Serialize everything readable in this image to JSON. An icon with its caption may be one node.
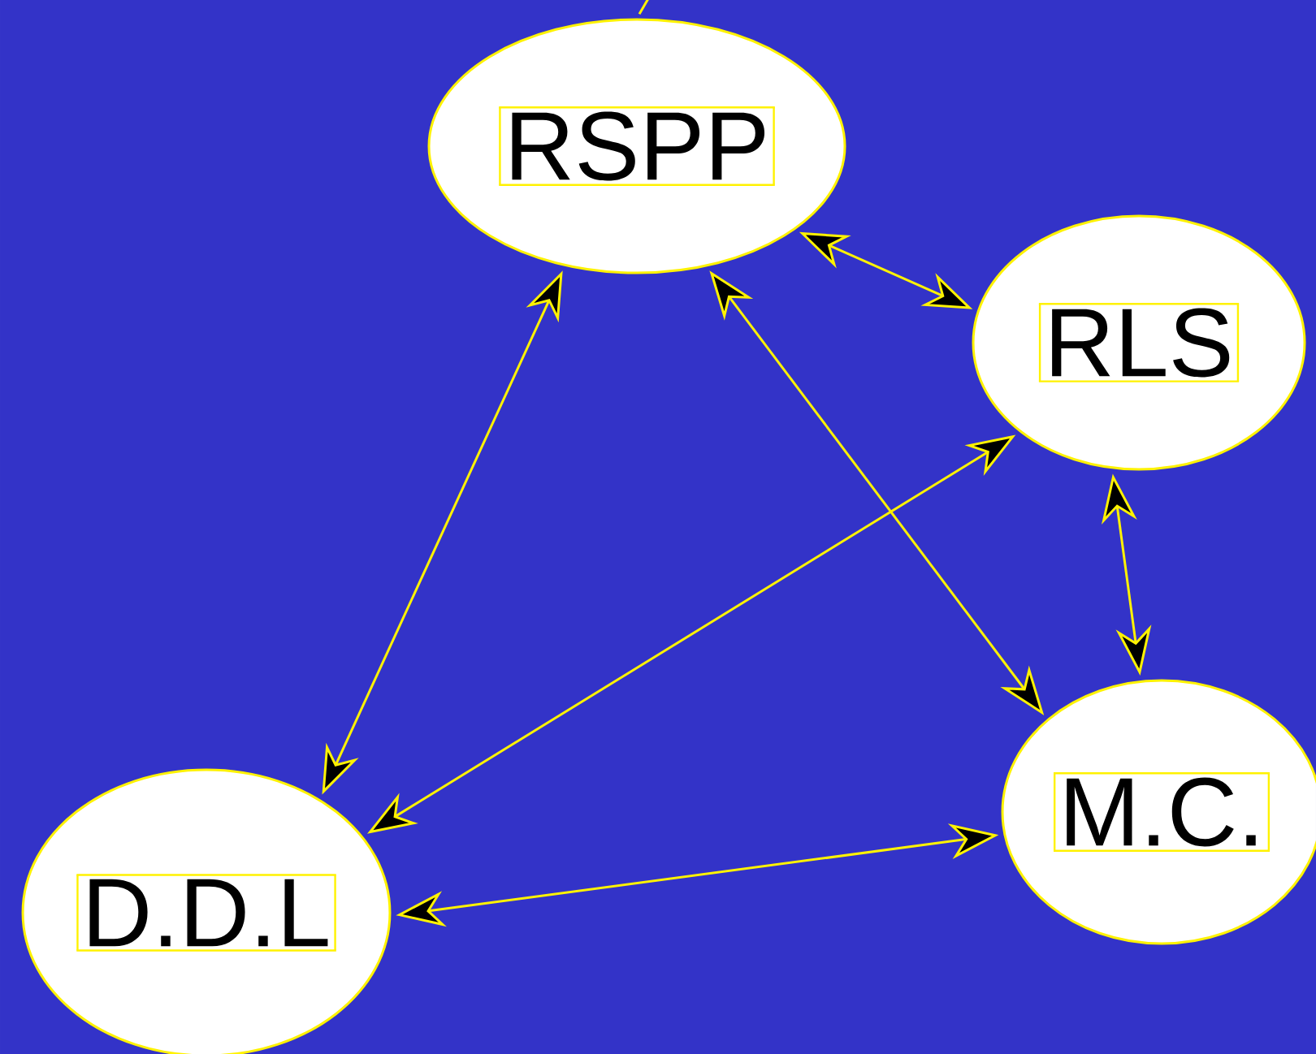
{
  "diagram": {
    "nodes": [
      {
        "text": [
          "RSPP"
        ]
      },
      {
        "text": [
          "RLS"
        ]
      },
      {
        "text": [
          "M.C."
        ]
      },
      {
        "text": [
          "D.D.L"
        ]
      }
    ],
    "edges": [
      {
        "from": 0,
        "to": 1,
        "arrow": "both"
      },
      {
        "from": 0,
        "to": 3,
        "arrow": "both"
      },
      {
        "from": 0,
        "to": 2,
        "arrow": "both"
      },
      {
        "from": 1,
        "to": 3,
        "arrow": "both"
      },
      {
        "from": 1,
        "to": 2,
        "arrow": "both"
      },
      {
        "from": 3,
        "to": 2,
        "arrow": "both"
      },
      {
        "from": 0,
        "to": null,
        "arrow": "none"
      }
    ]
  }
}
